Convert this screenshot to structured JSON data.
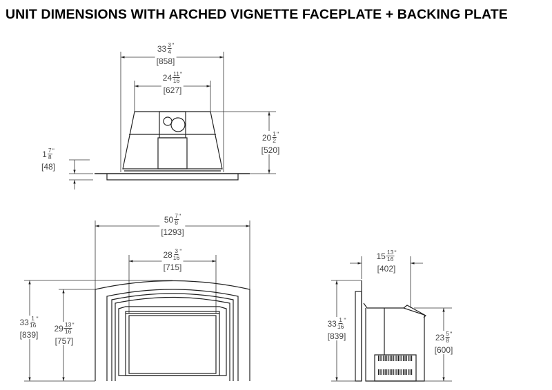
{
  "title": "UNIT DIMENSIONS WITH ARCHED VIGNETTE FACEPLATE + BACKING PLATE",
  "dimensions": {
    "top_overall_width": {
      "whole": "33",
      "num": "3",
      "den": "4",
      "mm": "[858]"
    },
    "top_body_width": {
      "whole": "24",
      "num": "11",
      "den": "16",
      "mm": "[627]"
    },
    "top_depth": {
      "whole": "20",
      "num": "1",
      "den": "2",
      "mm": "[520]"
    },
    "top_plate_thickness": {
      "whole": "1",
      "num": "7",
      "den": "8",
      "mm": "[48]"
    },
    "front_overall_width": {
      "whole": "50",
      "num": "7",
      "den": "8",
      "mm": "[1293]"
    },
    "front_opening_width": {
      "whole": "28",
      "num": "3",
      "den": "16",
      "mm": "[715]"
    },
    "front_overall_height": {
      "whole": "33",
      "num": "1",
      "den": "16",
      "mm": "[839]"
    },
    "front_side_height": {
      "whole": "29",
      "num": "13",
      "den": "16",
      "mm": "[757]"
    },
    "side_depth": {
      "whole": "15",
      "num": "13",
      "den": "16",
      "mm": "[402]"
    },
    "side_overall_height": {
      "whole": "33",
      "num": "1",
      "den": "16",
      "mm": "[839]"
    },
    "side_body_height": {
      "whole": "23",
      "num": "5",
      "den": "8",
      "mm": "[600]"
    }
  },
  "inch_mark": "\""
}
